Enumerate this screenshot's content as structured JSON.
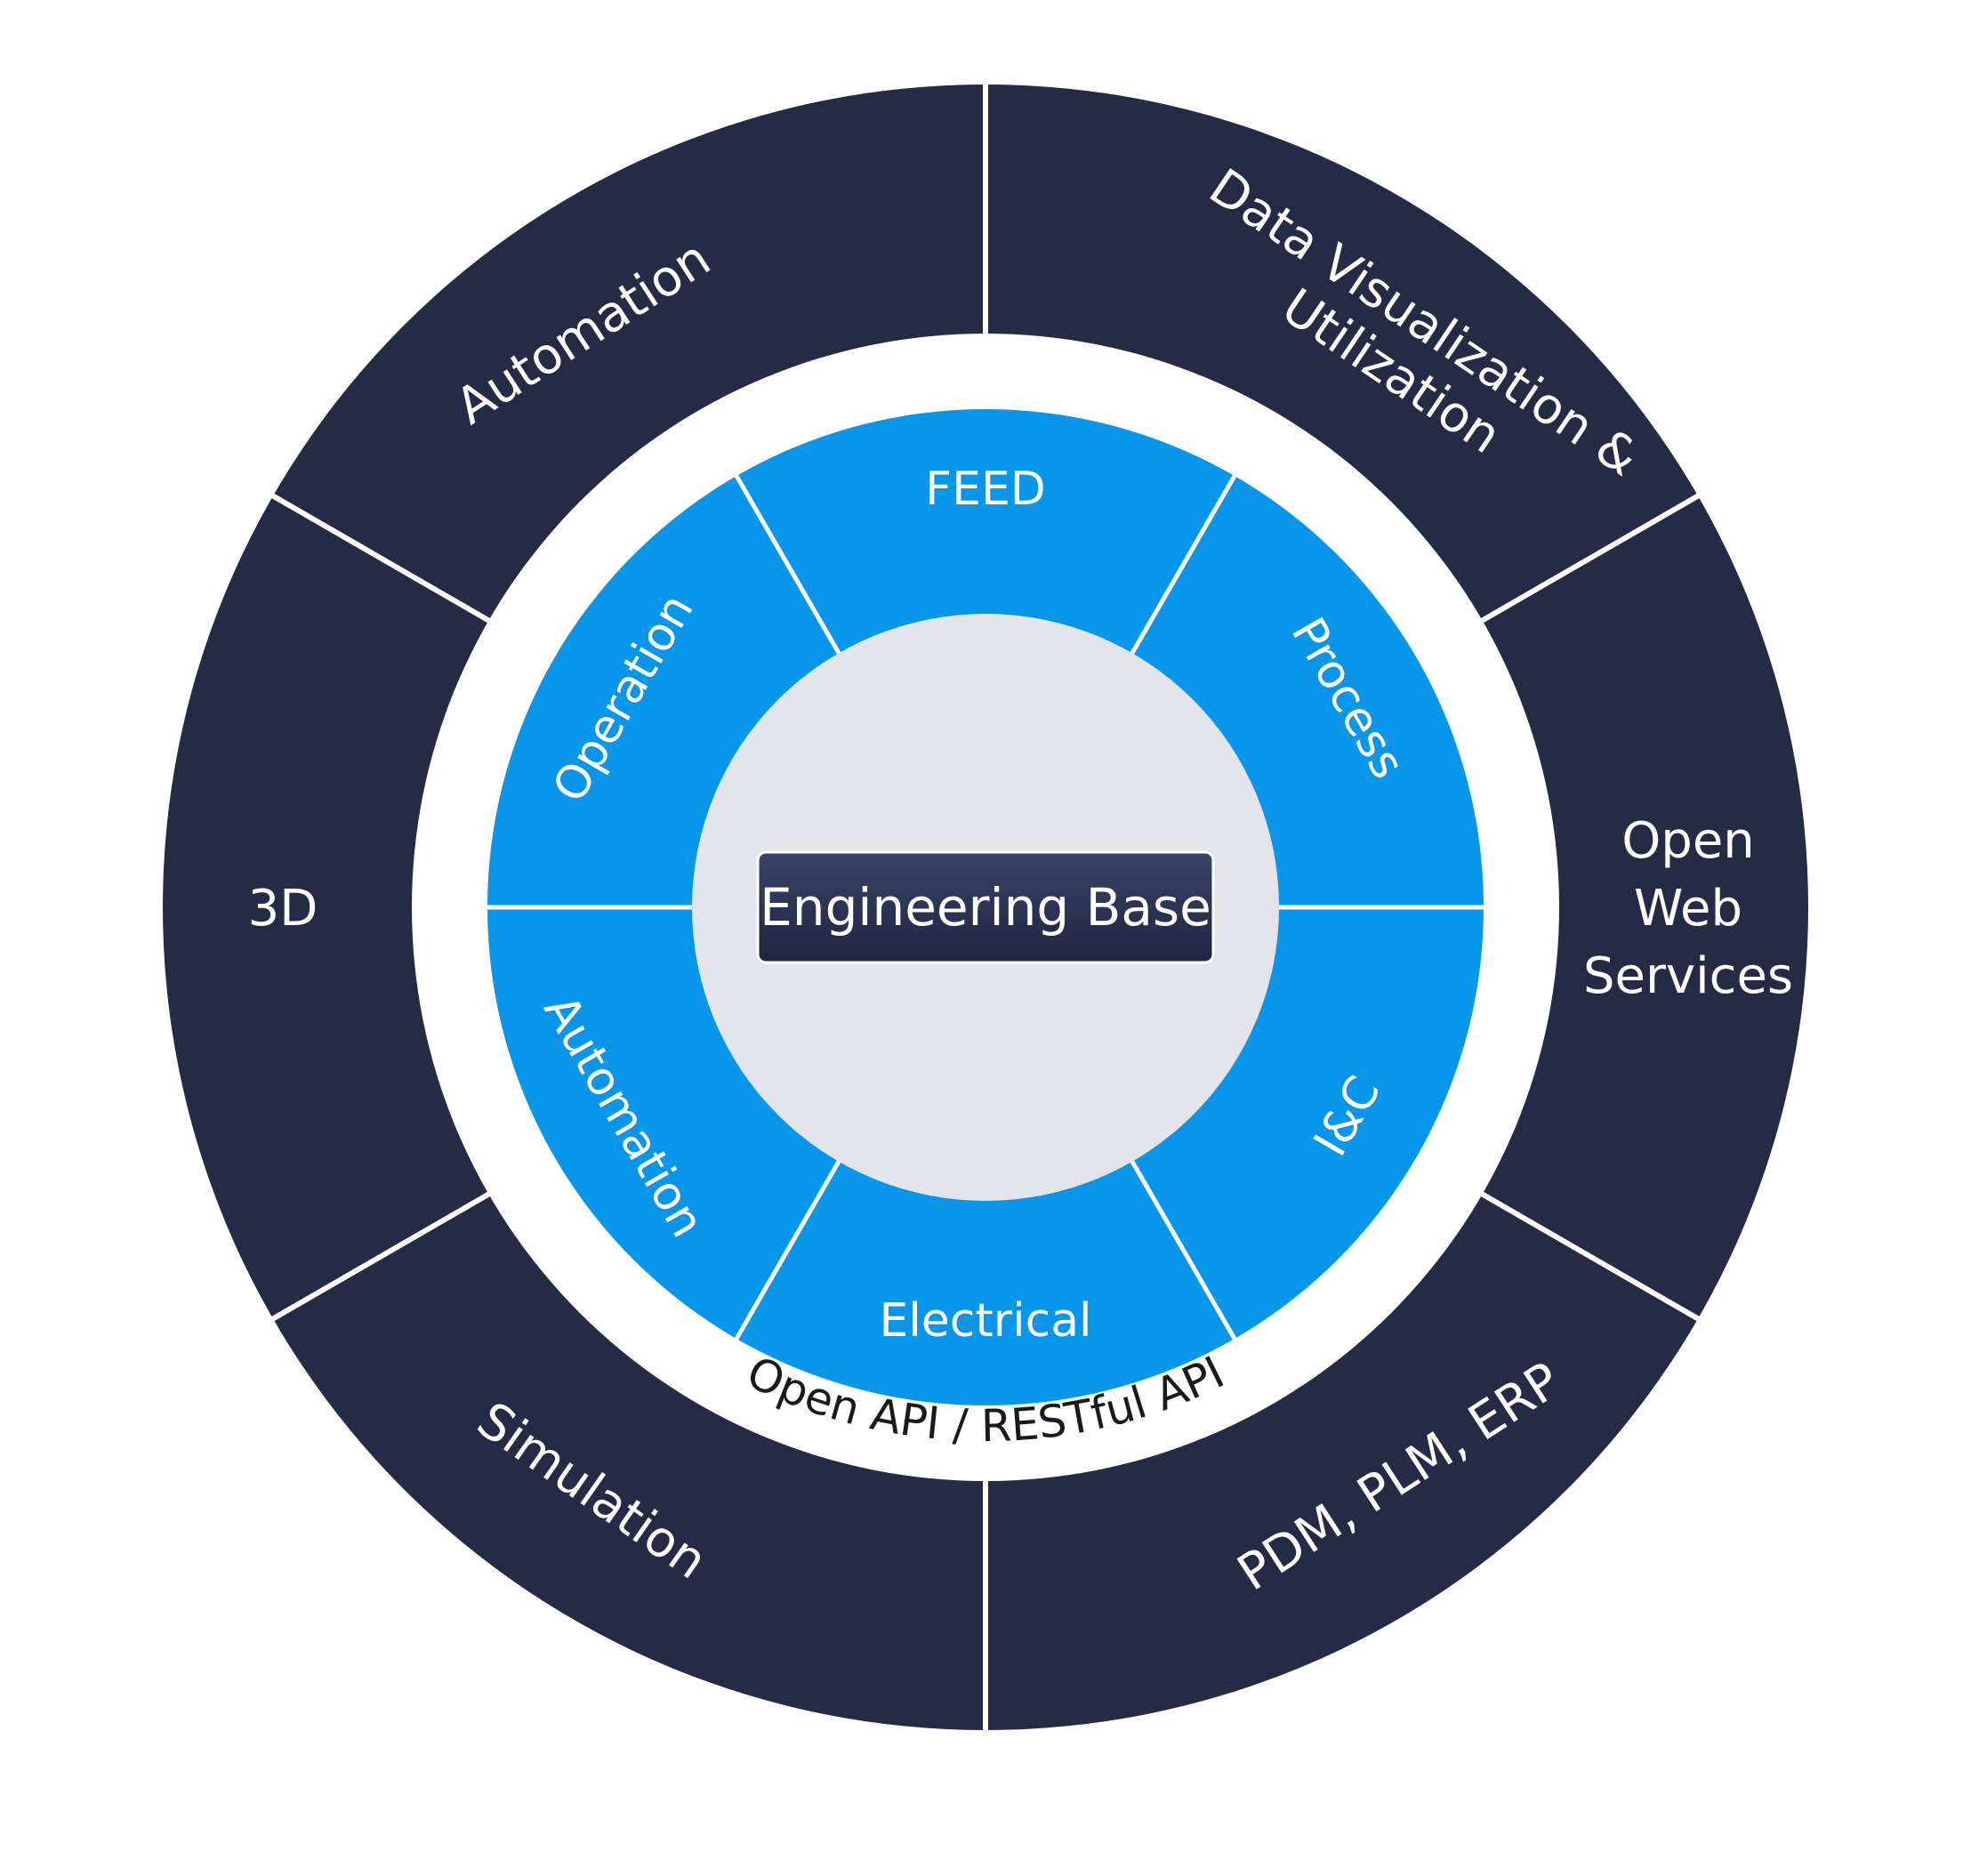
{
  "colors": {
    "outer_ring": "#232b45",
    "inner_ring": "#0896ea",
    "center_disc": "#e4e5ea",
    "divider": "#ffffff",
    "center_box_top": "#3a4466",
    "center_box_bottom": "#1e2540",
    "api_text": "#1a1a1a"
  },
  "center": {
    "title": "Engineering Base"
  },
  "api_ring": {
    "label": "Open API / RESTful API"
  },
  "inner_segments": [
    {
      "label": "FEED"
    },
    {
      "label": "Process"
    },
    {
      "label": "I&C"
    },
    {
      "label": "Electrical"
    },
    {
      "label": "Automation"
    },
    {
      "label": "Operation"
    }
  ],
  "outer_segments": [
    {
      "label_lines": [
        "Data Visualization &",
        "Utilization"
      ]
    },
    {
      "label_lines": [
        "Open",
        "Web",
        "Services"
      ]
    },
    {
      "label_lines": [
        "PDM, PLM, ERP"
      ]
    },
    {
      "label_lines": [
        "Simulation"
      ]
    },
    {
      "label_lines": [
        "3D"
      ]
    },
    {
      "label_lines": [
        "Automation"
      ]
    }
  ]
}
